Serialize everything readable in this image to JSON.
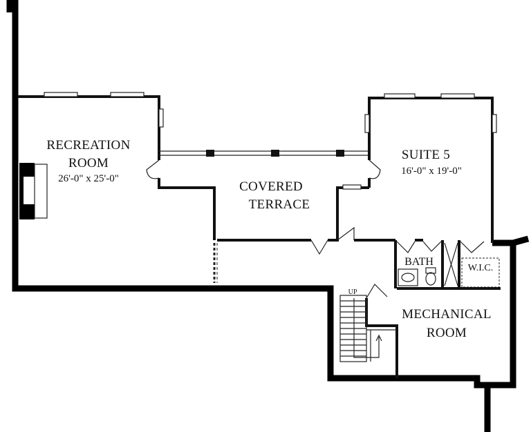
{
  "rooms": {
    "recreation": {
      "name_line1": "RECREATION",
      "name_line2": "ROOM",
      "dimensions": "26'-0\" x 25'-0\""
    },
    "covered_terrace": {
      "name_line1": "COVERED",
      "name_line2": "TERRACE"
    },
    "suite5": {
      "name": "SUITE 5",
      "dimensions": "16'-0\" x 19'-0\""
    },
    "bath": {
      "name": "BATH"
    },
    "wic": {
      "name": "W.I.C."
    },
    "mechanical": {
      "name_line1": "MECHANICAL",
      "name_line2": "ROOM"
    }
  },
  "stairs": {
    "label": "UP"
  },
  "colors": {
    "wall": "#111111",
    "background": "#ffffff"
  }
}
